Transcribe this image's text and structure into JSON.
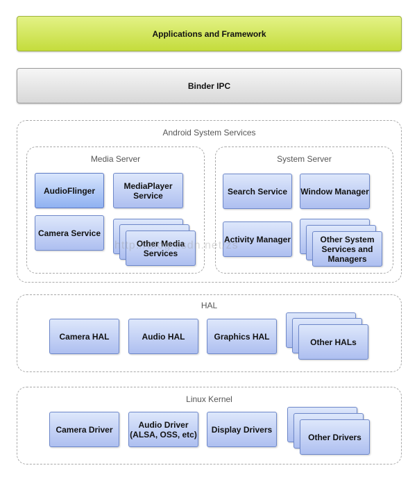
{
  "top": {
    "applications": "Applications and Framework",
    "binder": "Binder IPC"
  },
  "system_services": {
    "title": "Android System Services",
    "media_server": {
      "title": "Media Server",
      "audioflinger": "AudioFlinger",
      "mediaplayer": "MediaPlayer Service",
      "camera": "Camera Service",
      "other_media": "Other Media Services"
    },
    "system_server": {
      "title": "System Server",
      "search": "Search Service",
      "window": "Window Manager",
      "activity": "Activity Manager",
      "other_system": "Other System Services and Managers"
    }
  },
  "hal": {
    "title": "HAL",
    "camera": "Camera HAL",
    "audio": "Audio HAL",
    "graphics": "Graphics HAL",
    "other": "Other HALs"
  },
  "kernel": {
    "title": "Linux Kernel",
    "camera": "Camera Driver",
    "audio": "Audio Driver (ALSA, OSS, etc)",
    "display": "Display Drivers",
    "other": "Other Drivers"
  },
  "watermark": "http://blog.csdn.net/zs"
}
